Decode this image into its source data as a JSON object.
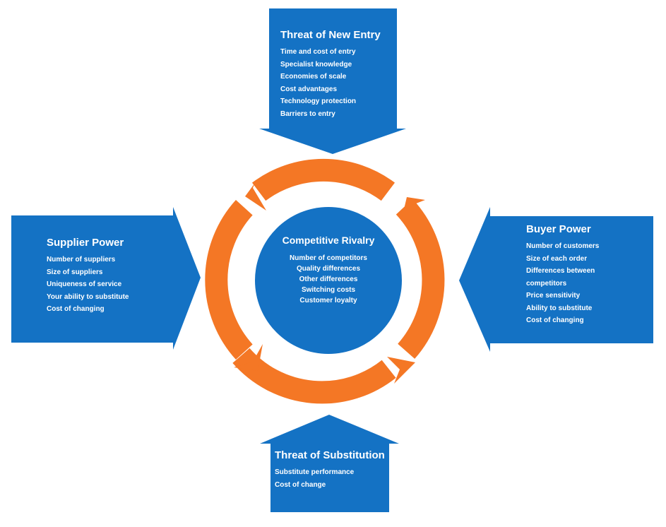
{
  "colors": {
    "blue": "#1472c4",
    "orange": "#f47725",
    "text": "#ffffff"
  },
  "new_entry": {
    "title": "Threat of New Entry",
    "items": [
      "Time and cost of entry",
      "Specialist knowledge",
      "Economies of scale",
      "Cost advantages",
      "Technology protection",
      "Barriers to entry"
    ]
  },
  "supplier": {
    "title": "Supplier Power",
    "items": [
      "Number of suppliers",
      "Size of suppliers",
      "Uniqueness of service",
      "Your ability to substitute",
      "Cost of changing"
    ]
  },
  "buyer": {
    "title": "Buyer Power",
    "items": [
      "Number of customers",
      "Size of each order",
      "Differences between competitors",
      "Price sensitivity",
      "Ability to substitute",
      "Cost of changing"
    ]
  },
  "substitution": {
    "title": "Threat of Substitution",
    "items": [
      "Substitute performance",
      "Cost of change"
    ]
  },
  "rivalry": {
    "title": "Competitive Rivalry",
    "items": [
      "Number of competitors",
      "Quality differences",
      "Other differences",
      "Switching costs",
      "Customer loyalty"
    ]
  }
}
